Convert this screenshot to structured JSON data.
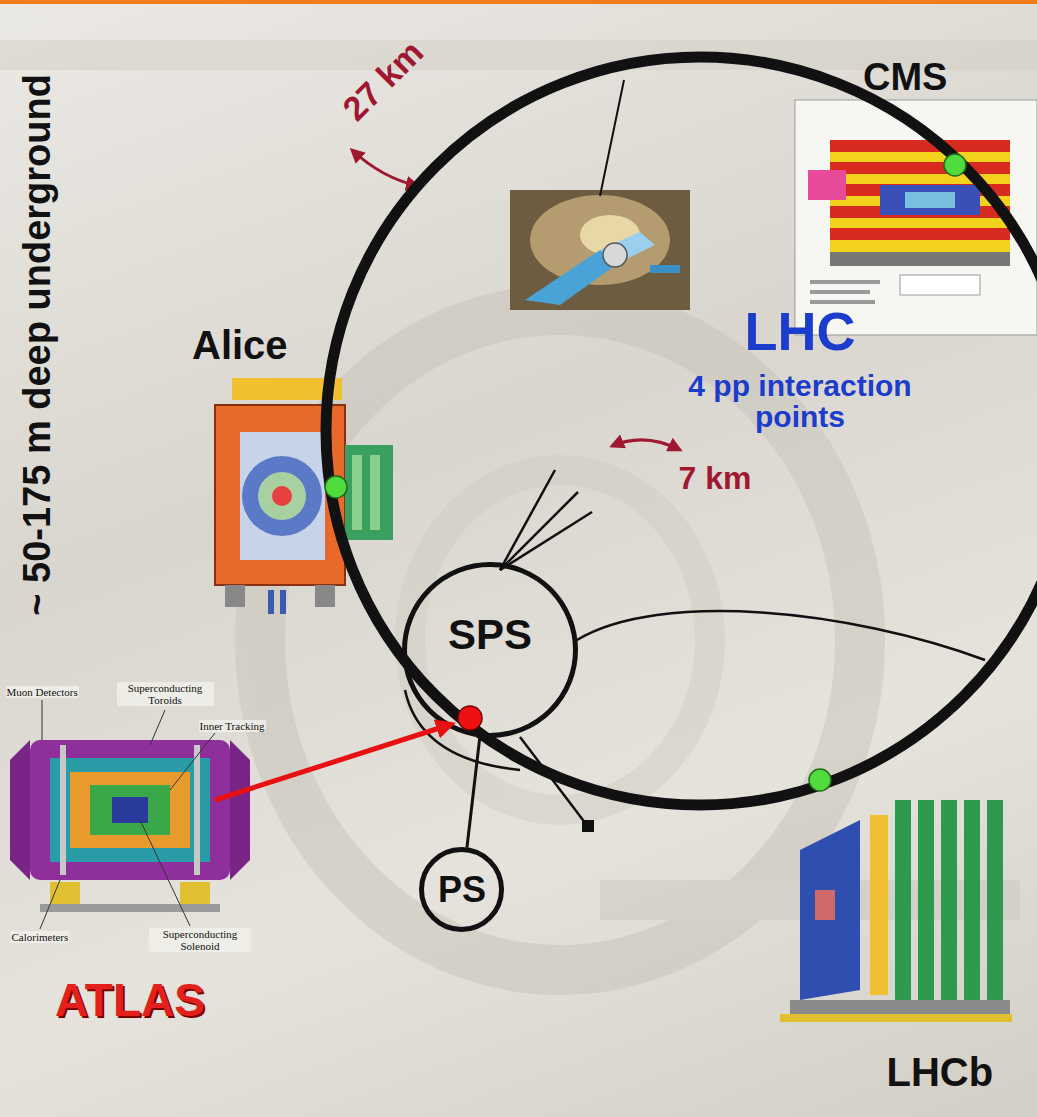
{
  "diagram": {
    "nodes": [
      {
        "text": [
          "LHC",
          "4 pp interaction points"
        ]
      },
      {
        "text": [
          "SPS"
        ]
      },
      {
        "text": [
          "PS"
        ]
      }
    ],
    "edges": [
      {
        "from": 2,
        "to": 1,
        "arrow": "none"
      }
    ],
    "labels": [
      "~ 50-175 m deep underground",
      "27 km",
      "7 km",
      "CMS",
      "Alice",
      "ATLAS",
      "LHCb",
      "Muon Detectors",
      "Superconducting Toroids",
      "Inner Tracking",
      "Calorimeters",
      "Superconducting Solenoid"
    ]
  }
}
